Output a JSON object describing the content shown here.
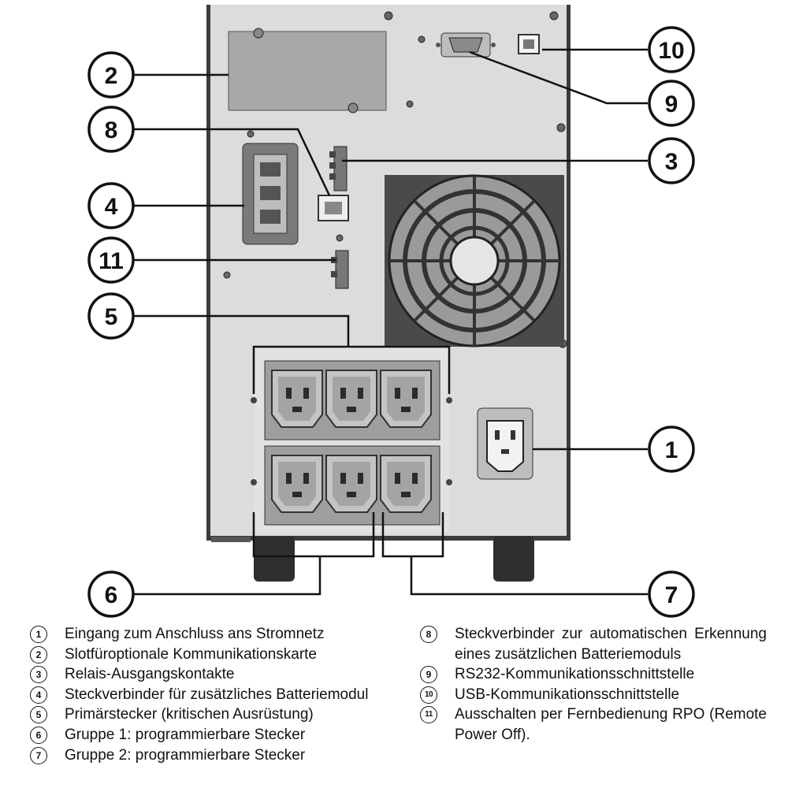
{
  "callouts": [
    {
      "id": "c1",
      "number": "1"
    },
    {
      "id": "c2",
      "number": "2"
    },
    {
      "id": "c3",
      "number": "3"
    },
    {
      "id": "c4",
      "number": "4"
    },
    {
      "id": "c5",
      "number": "5"
    },
    {
      "id": "c6",
      "number": "6"
    },
    {
      "id": "c7",
      "number": "7"
    },
    {
      "id": "c8",
      "number": "8"
    },
    {
      "id": "c9",
      "number": "9"
    },
    {
      "id": "c10",
      "number": "10"
    },
    {
      "id": "c11",
      "number": "11"
    }
  ],
  "legend": {
    "left": [
      {
        "number": "1",
        "text": "Eingang zum Anschluss ans Stromnetz"
      },
      {
        "number": "2",
        "text": "Slotfüroptionale Kommunikationskarte"
      },
      {
        "number": "3",
        "text": "Relais-Ausgangskontakte"
      },
      {
        "number": "4",
        "text": "Steckverbinder für zusätzliches Batteriemodul"
      },
      {
        "number": "5",
        "text": "Primärstecker (kritischen Ausrüstung)"
      },
      {
        "number": "6",
        "text": "Gruppe 1: programmierbare Stecker"
      },
      {
        "number": "7",
        "text": "Gruppe 2: programmierbare Stecker"
      }
    ],
    "right": [
      {
        "number": "8",
        "text": "Steckverbinder zur automatischen Erkennung eines zusätzlichen Batteriemoduls"
      },
      {
        "number": "9",
        "text": "RS232-Kommunikationsschnittstelle"
      },
      {
        "number": "10",
        "text": "USB-Kommunikationsschnittstelle"
      },
      {
        "number": "11",
        "text": "Ausschalten per Fernbedienung RPO (Remote Power Off)."
      }
    ]
  },
  "colors": {
    "housing": "#dcdcdc",
    "panel": "#cfcfcf",
    "outlet": "#a9a9a9",
    "line": "#111111"
  }
}
